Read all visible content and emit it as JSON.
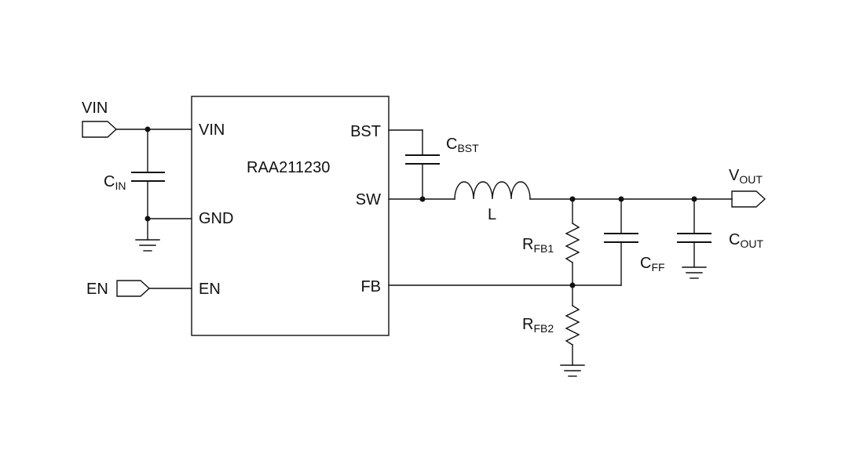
{
  "chip": {
    "part_number": "RAA211230",
    "pins": {
      "vin": "VIN",
      "gnd": "GND",
      "en": "EN",
      "bst": "BST",
      "sw": "SW",
      "fb": "FB"
    }
  },
  "ports": {
    "vin": "VIN",
    "en": "EN",
    "vout_main": "V",
    "vout_sub": "OUT"
  },
  "components": {
    "cin": {
      "main": "C",
      "sub": "IN"
    },
    "cbst": {
      "main": "C",
      "sub": "BST"
    },
    "inductor": {
      "main": "L"
    },
    "rfb1": {
      "main": "R",
      "sub": "FB1"
    },
    "rfb2": {
      "main": "R",
      "sub": "FB2"
    },
    "cff": {
      "main": "C",
      "sub": "FF"
    },
    "cout": {
      "main": "C",
      "sub": "OUT"
    }
  },
  "colors": {
    "ink": "#111111",
    "background": "#ffffff"
  }
}
